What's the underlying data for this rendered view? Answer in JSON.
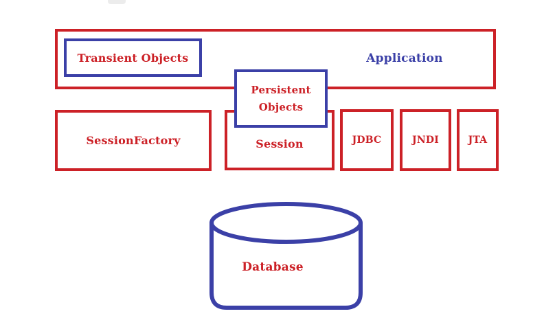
{
  "diagram": {
    "type": "architecture-diagram",
    "colors": {
      "red": "#cc2127",
      "blue": "#3b40a7",
      "background": "#ffffff"
    },
    "nodes": {
      "application": {
        "label": "Application"
      },
      "transient_objects": {
        "label": "Transient Objects"
      },
      "persistent_objects": {
        "label": "Persistent Objects"
      },
      "session_factory": {
        "label": "SessionFactory"
      },
      "session": {
        "label": "Session"
      },
      "jdbc": {
        "label": "JDBC"
      },
      "jndi": {
        "label": "JNDI"
      },
      "jta": {
        "label": "JTA"
      },
      "database": {
        "label": "Database"
      }
    }
  }
}
